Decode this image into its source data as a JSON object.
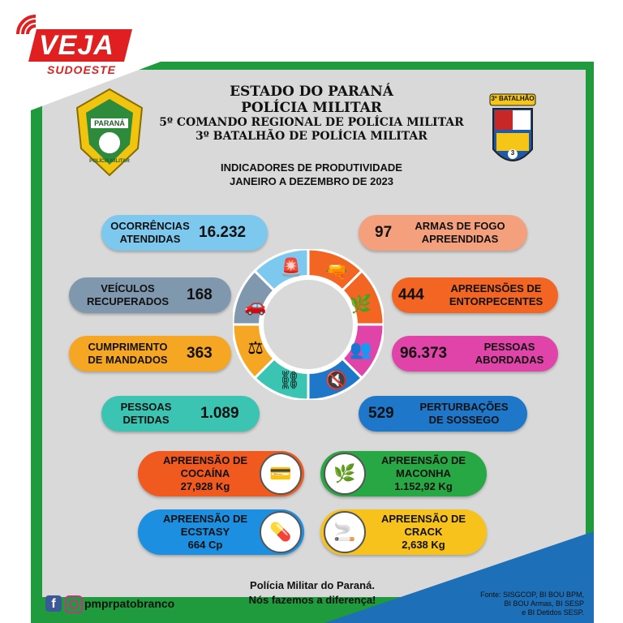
{
  "logo": {
    "name": "VEJA",
    "sub": "SUDOESTE"
  },
  "header": {
    "line1": "ESTADO DO PARANÁ",
    "line2": "POLÍCIA MILITAR",
    "line3": "5º COMANDO REGIONAL DE POLÍCIA MILITAR",
    "line4": "3º BATALHÃO DE POLÍCIA MILITAR",
    "subtitle1": "INDICADORES DE PRODUTIVIDADE",
    "subtitle2": "JANEIRO A DEZEMBRO DE 2023"
  },
  "badges": {
    "left_top": "PARANÁ",
    "left_bottom": "POLÍCIA MILITAR",
    "right_top": "3º BATALHÃO",
    "right_num": "3"
  },
  "indicators": {
    "ocorrencias": {
      "label1": "OCORRÊNCIAS",
      "label2": "ATENDIDAS",
      "value": "16.232"
    },
    "veiculos": {
      "label1": "VEÍCULOS",
      "label2": "RECUPERADOS",
      "value": "168"
    },
    "mandados": {
      "label1": "CUMPRIMENTO",
      "label2": "DE MANDADOS",
      "value": "363"
    },
    "detidas": {
      "label1": "PESSOAS",
      "label2": "DETIDAS",
      "value": "1.089"
    },
    "armas": {
      "label1": "ARMAS DE FOGO",
      "label2": "APREENDIDAS",
      "value": "97"
    },
    "entorpecentes": {
      "label1": "APREENSÕES DE",
      "label2": "ENTORPECENTES",
      "value": "444"
    },
    "abordadas": {
      "label1": "PESSOAS",
      "label2": "ABORDADAS",
      "value": "96.373"
    },
    "perturbacoes": {
      "label1": "PERTURBAÇÕES",
      "label2": "DE SOSSEGO",
      "value": "529"
    }
  },
  "seizures": {
    "cocaina": {
      "label1": "APREENSÃO DE",
      "label2": "COCAÍNA",
      "value": "27,928 Kg"
    },
    "maconha": {
      "label1": "APREENSÃO DE",
      "label2": "MACONHA",
      "value": "1.152,92 Kg"
    },
    "ecstasy": {
      "label1": "APREENSÃO DE",
      "label2": "ECSTASY",
      "value": "664 Cp"
    },
    "crack": {
      "label1": "APREENSÃO DE",
      "label2": "CRACK",
      "value": "2,638 Kg"
    }
  },
  "footer": {
    "social": "pmprpatobranco",
    "slogan1": "Polícia Militar do Paraná.",
    "slogan2": "Nós fazemos a diferença!",
    "source1": "Fonte: SISGCOP, BI BOU BPM,",
    "source2": "BI BOU Armas, BI SESP",
    "source3": "e BI Detidos SESP."
  },
  "colors": {
    "green": "#1f9a3c",
    "grey": "#d9d9d9",
    "blue": "#1d6fb8",
    "skyblue": "#7cc8ef",
    "slate": "#7f98ae",
    "orange": "#f5a623",
    "teal": "#3bc4b2",
    "salmon": "#f4a07c",
    "deep_orange": "#f26522",
    "magenta": "#e044a8",
    "navy": "#1e77c9",
    "green_pill": "#27a844",
    "dark_orange": "#f05a1e",
    "yellow": "#f7c21b",
    "light_blue": "#1c8fe0"
  }
}
